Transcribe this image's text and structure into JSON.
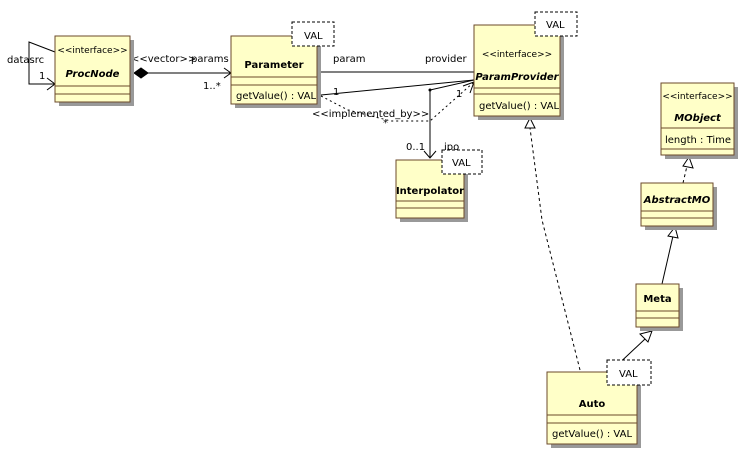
{
  "classes": {
    "procnode": {
      "stereotype": "<<interface>>",
      "name": "ProcNode"
    },
    "parameter": {
      "name": "Parameter",
      "op": "getValue() : VAL",
      "template": "VAL"
    },
    "paramprovider": {
      "stereotype": "<<interface>>",
      "name": "ParamProvider",
      "op": "getValue() : VAL",
      "template": "VAL"
    },
    "interpolator": {
      "name": "Interpolator",
      "template": "VAL"
    },
    "mobject": {
      "stereotype": "<<interface>>",
      "name": "MObject",
      "attr": "length : Time"
    },
    "abstractmo": {
      "name": "AbstractMO"
    },
    "meta": {
      "name": "Meta"
    },
    "auto": {
      "name": "Auto",
      "op": "getValue() : VAL",
      "template": "VAL"
    }
  },
  "edges": {
    "datasrc": {
      "role": "datasrc",
      "mult": "1"
    },
    "params": {
      "stereotype": "<<vector>>",
      "role": "params",
      "mult": "1..*"
    },
    "param_provider": {
      "role_left": "param",
      "role_right": "provider",
      "mult_left": "1",
      "mult_right": "1"
    },
    "implemented_by": {
      "stereotype": "<<implemented_by>>",
      "mult": "*"
    },
    "ipo": {
      "role": "ipo",
      "mult": "0..1"
    }
  }
}
